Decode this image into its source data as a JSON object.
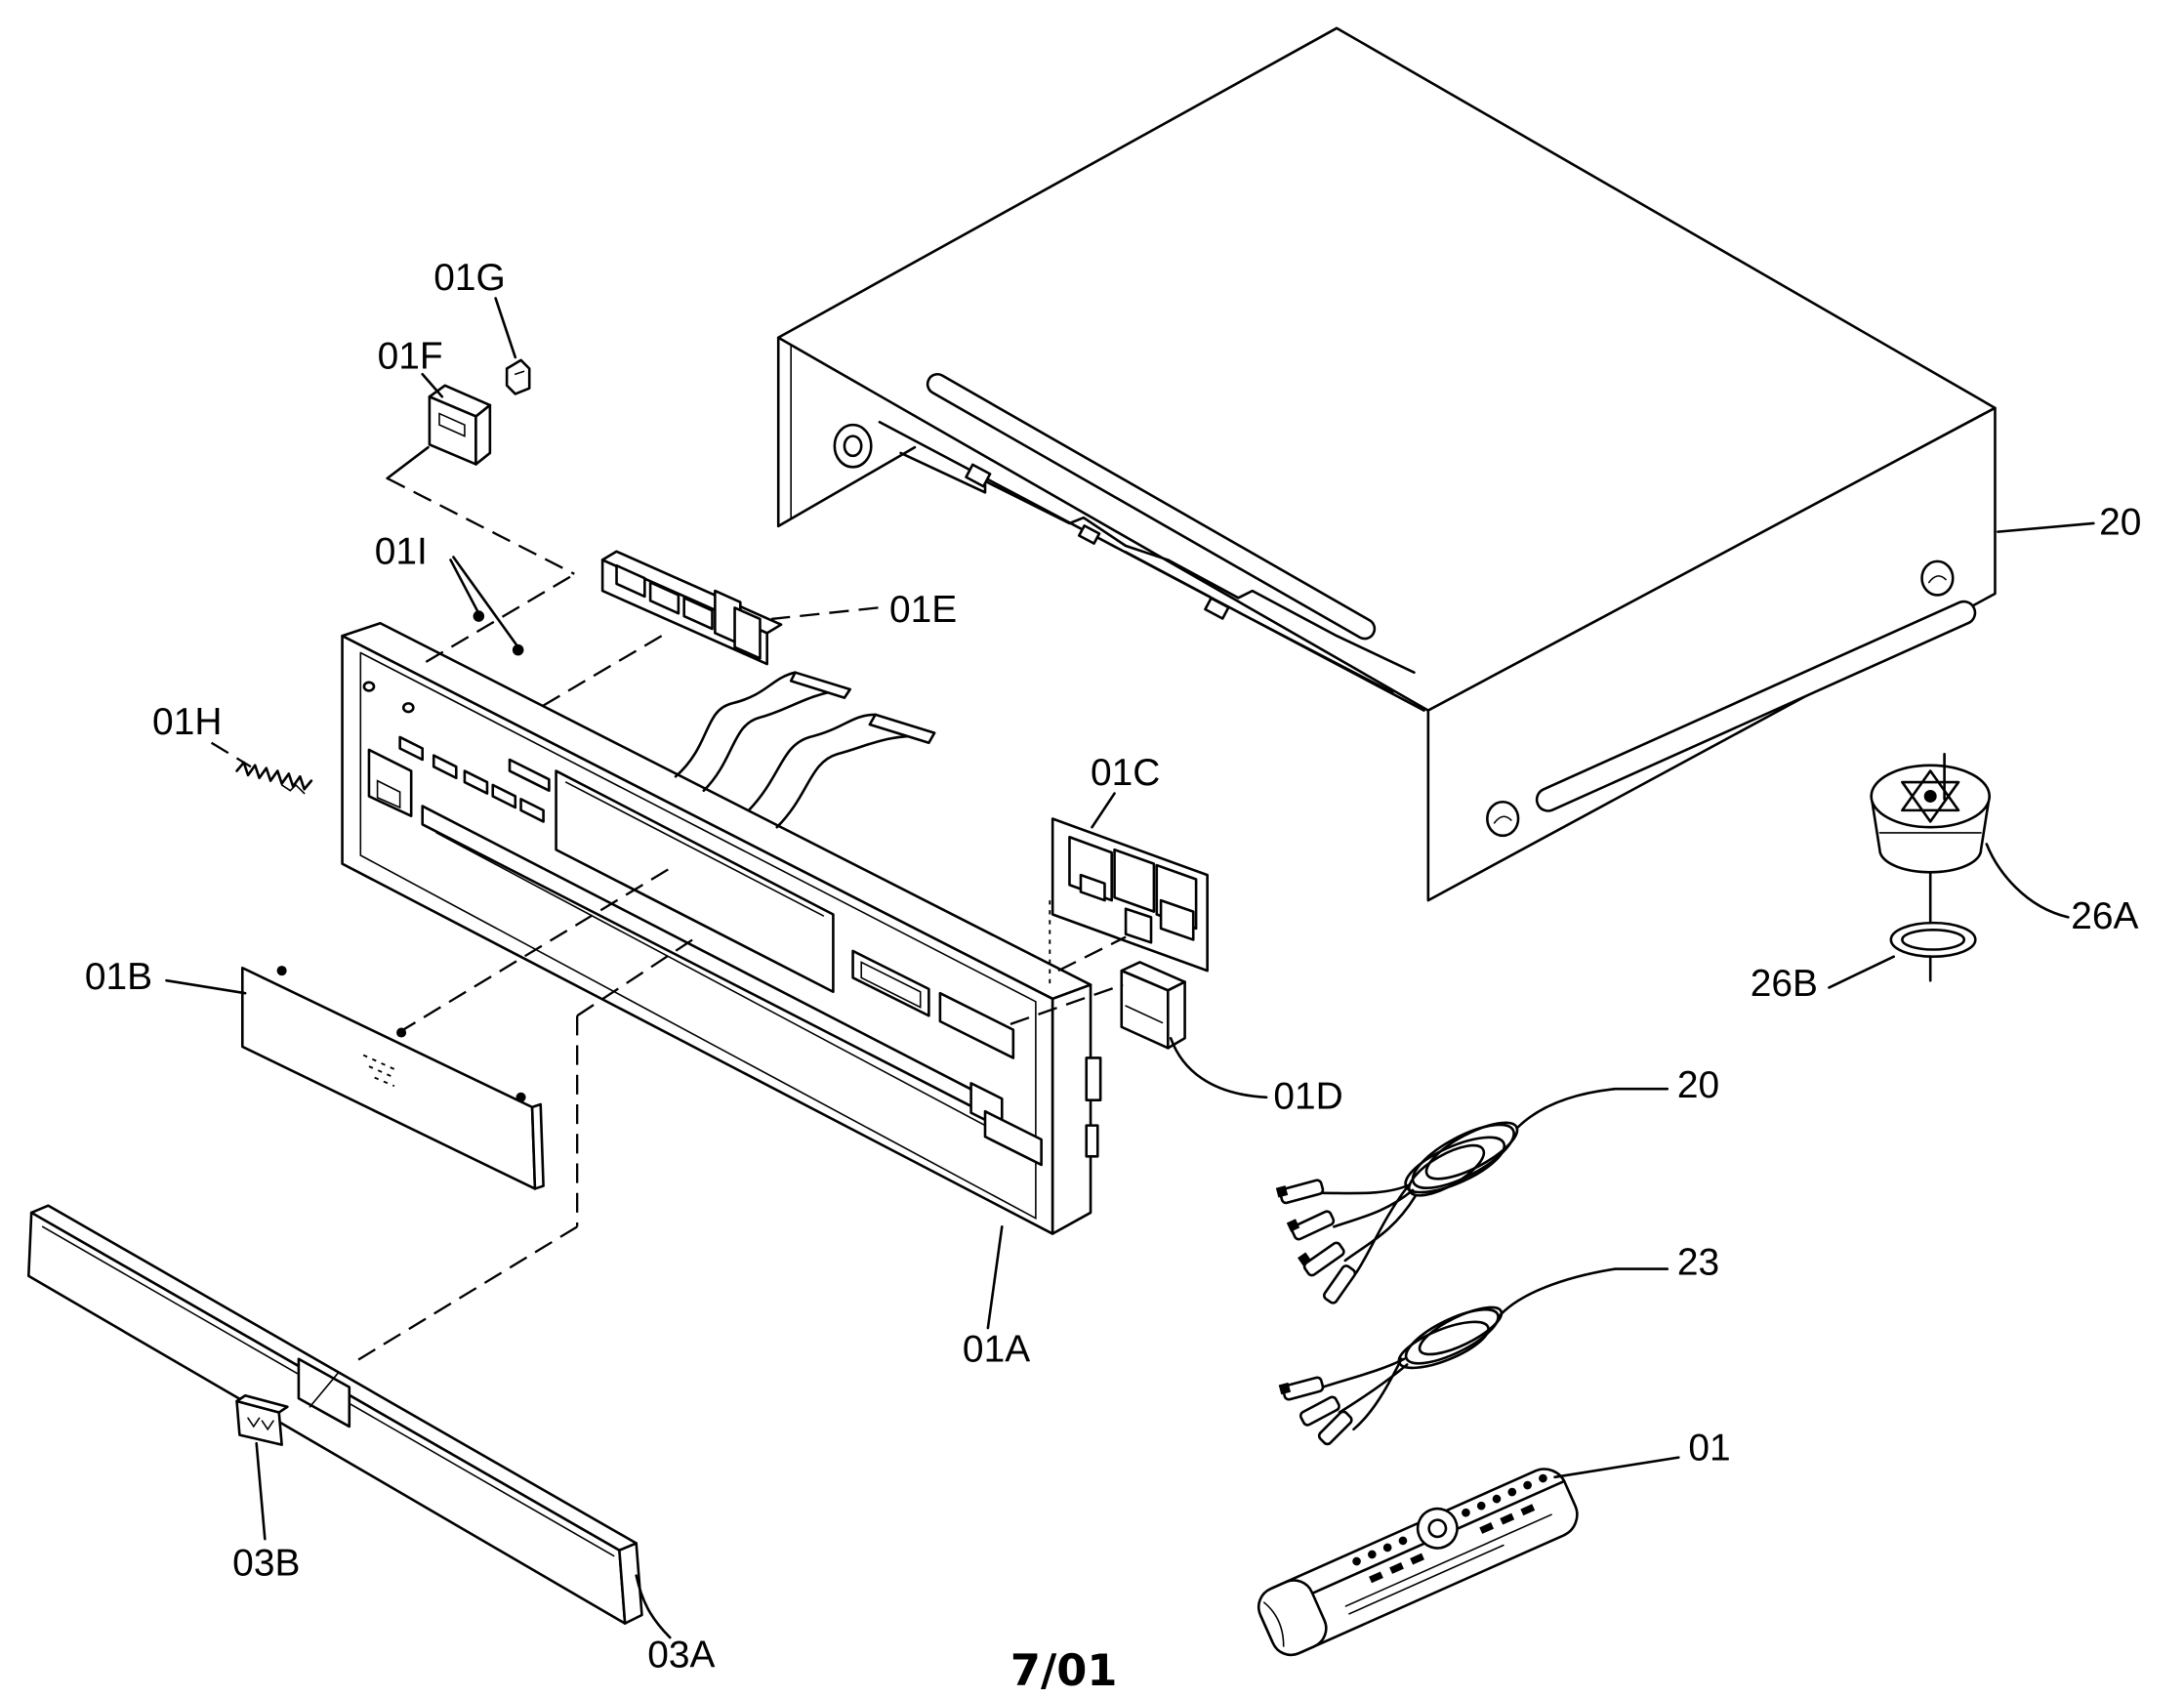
{
  "callout_labels": [
    "01G",
    "01F",
    "01I",
    "01E",
    "01H",
    "01C",
    "01B",
    "01D",
    "20",
    "26A",
    "26B",
    "20",
    "23",
    "01A",
    "03B",
    "03A",
    "01"
  ],
  "page_number": "7/01",
  "colors": {
    "line": "#000000",
    "background": "#ffffff"
  }
}
